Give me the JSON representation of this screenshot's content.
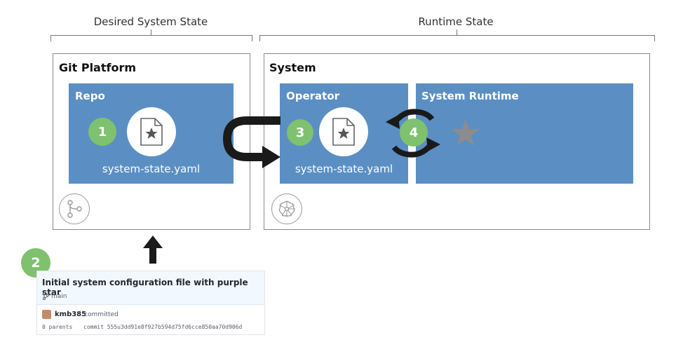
{
  "sections": {
    "desired_label": "Desired System State",
    "runtime_label": "Runtime State"
  },
  "git_platform": {
    "title": "Git Platform",
    "repo": {
      "title": "Repo",
      "step": "1",
      "file": "system-state.yaml"
    }
  },
  "system": {
    "title": "System",
    "operator": {
      "title": "Operator",
      "step": "3",
      "file": "system-state.yaml"
    },
    "runtime": {
      "title": "System Runtime",
      "step": "4"
    }
  },
  "commit": {
    "step": "2",
    "message": "Initial system configuration file with purple star",
    "branch": "main",
    "author": "kmb385",
    "action": "committed",
    "parents": "0 parents",
    "hash": "commit 555u3dd91e8f927b594d75fd6cce850aa70d906d"
  },
  "colors": {
    "panel_blue": "#5b8fc3",
    "badge_green": "#7fc16f",
    "arrow": "#1a1a1a",
    "star_runtime": "#8c8c8c"
  },
  "icons": [
    "document-star-icon",
    "git-branch-icon",
    "helm-wheel-icon",
    "sync-arrows-icon",
    "star-icon",
    "arrow-up-icon",
    "loop-arrow-icon"
  ]
}
